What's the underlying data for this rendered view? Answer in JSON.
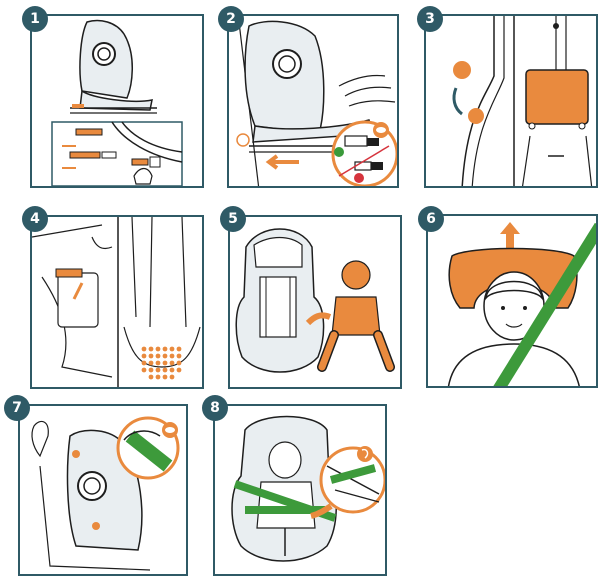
{
  "colors": {
    "frame": "#2f5a66",
    "accent_orange": "#e98a3e",
    "belt_green": "#3d9a3b",
    "line": "#1e1e1e",
    "seat_fill": "#e9eef1",
    "ok_green": "#3a9a3a",
    "error_red": "#d6343d"
  },
  "steps": [
    {
      "number": "1",
      "content": "seat-base-isofix-connectors"
    },
    {
      "number": "2",
      "content": "isofix-attachment-check"
    },
    {
      "number": "3",
      "content": "backrest-adjustment"
    },
    {
      "number": "4",
      "content": "harness-adjuster"
    },
    {
      "number": "5",
      "content": "place-child-in-seat"
    },
    {
      "number": "6",
      "content": "adjust-headrest-up"
    },
    {
      "number": "7",
      "content": "belt-guide-shoulder"
    },
    {
      "number": "8",
      "content": "lap-belt-routing"
    }
  ],
  "icons": [
    "eye-icon",
    "ear-icon",
    "check-icon",
    "cross-icon",
    "arrow-icon"
  ]
}
